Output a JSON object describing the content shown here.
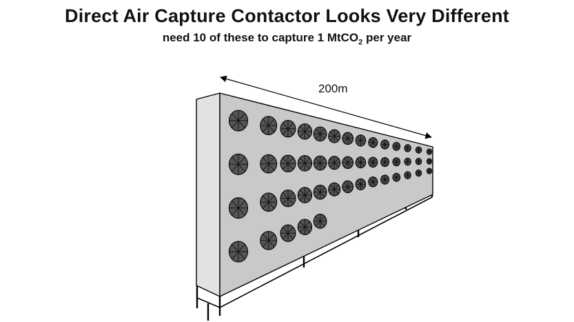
{
  "header": {
    "title": "Direct  Air Capture Contactor Looks Very Different",
    "subtitle_prefix": "need 10 of these to capture 1 MtCO",
    "subtitle_subscript": "2",
    "subtitle_suffix": " per year"
  },
  "diagram": {
    "dimension_label": "200m",
    "colors": {
      "front_face": "#c9c9cb",
      "side_face": "#e2e2e4",
      "fan": "#555558",
      "outline": "#000000"
    },
    "fan_icon": "fan-icon",
    "fan_columns": 14,
    "fan_rows_per_column": [
      4,
      4,
      4,
      4,
      4,
      3,
      3,
      3,
      3,
      3,
      3,
      3,
      3,
      3
    ]
  }
}
